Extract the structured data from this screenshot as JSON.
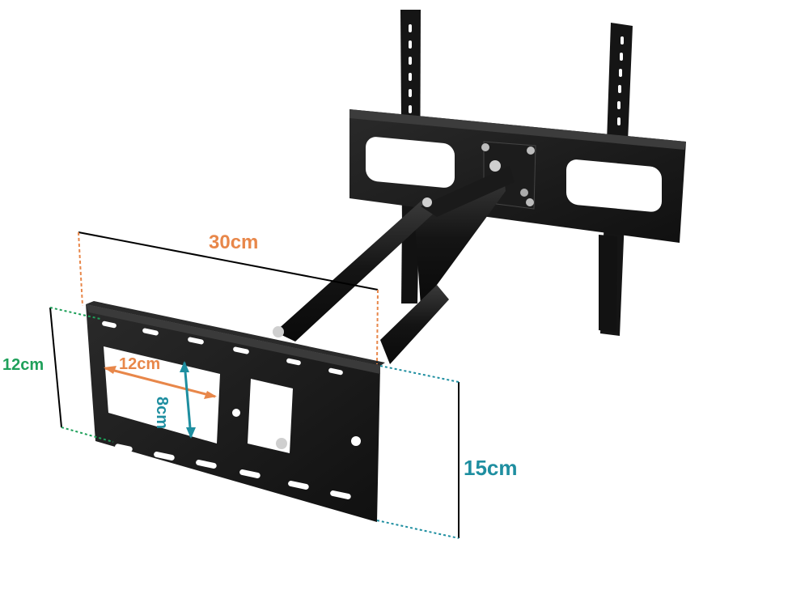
{
  "dimensions": {
    "width_label": "30cm",
    "height_label": "15cm",
    "outer_vertical_label": "12cm",
    "inner_horizontal_label": "12cm",
    "inner_vertical_label": "8cm"
  },
  "colors": {
    "metal": "#161616",
    "metal_edge": "#2c2c2c",
    "width_color": "#e8874a",
    "height_color": "#1e8ea0",
    "outer_vertical_color": "#1fa05a",
    "line_black": "#000000"
  }
}
